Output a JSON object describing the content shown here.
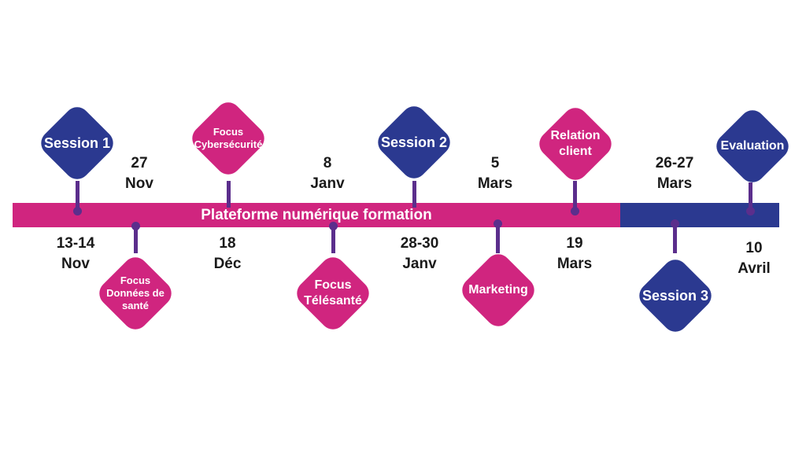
{
  "timeline": {
    "label": "Plateforme numérique formation",
    "colors": {
      "primary": "#d0257f",
      "secondary": "#2b3990",
      "connector": "#5b2e8c"
    }
  },
  "events": [
    {
      "label": "Session 1",
      "date": "13-14\nNov",
      "side": "top",
      "color": "blue"
    },
    {
      "label": "Focus\nDonnées de\nsanté",
      "date": "27\nNov",
      "side": "bottom",
      "color": "pink"
    },
    {
      "label": "Focus\nCybersécurité",
      "date": "18\nDéc",
      "side": "top",
      "color": "pink"
    },
    {
      "label": "Focus\nTélésanté",
      "date": "8\nJanv",
      "side": "bottom",
      "color": "pink"
    },
    {
      "label": "Session 2",
      "date": "28-30\nJanv",
      "side": "top",
      "color": "blue"
    },
    {
      "label": "Marketing",
      "date": "5\nMars",
      "side": "bottom",
      "color": "pink"
    },
    {
      "label": "Relation\nclient",
      "date": "19\nMars",
      "side": "top",
      "color": "pink"
    },
    {
      "label": "Session 3",
      "date": "26-27\nMars",
      "side": "bottom",
      "color": "blue"
    },
    {
      "label": "Evaluation",
      "date": "10\nAvril",
      "side": "top",
      "color": "blue"
    }
  ]
}
